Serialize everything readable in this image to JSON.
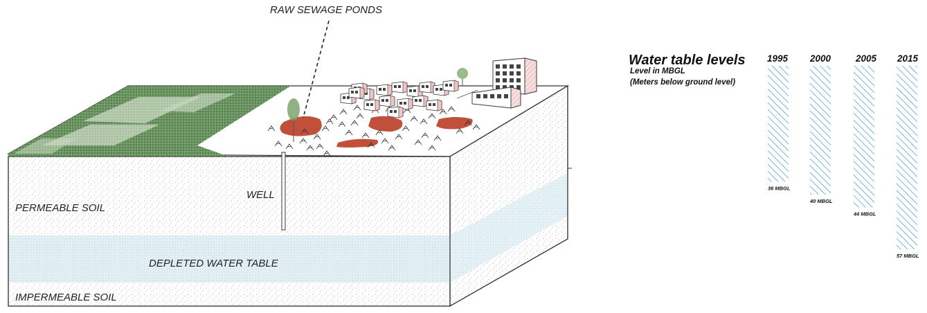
{
  "diagram": {
    "labels": {
      "sewage_ponds": "RAW SEWAGE PONDS",
      "well": "WELL",
      "permeable_soil": "PERMEABLE SOIL",
      "depleted_water_table": "DEPLETED WATER TABLE",
      "impermeable_soil": "IMPERMEABLE SOIL"
    },
    "colors": {
      "pond": "#c0503a",
      "vegetation": "#4f7a45",
      "water": "#6fb3c9",
      "building_accent": "#f2c4c4"
    }
  },
  "chart_data": {
    "type": "bar",
    "title": "Water table levels",
    "subtitle_lines": [
      "Level in MBGL",
      "(Meters below ground level)"
    ],
    "categories": [
      "1995",
      "2000",
      "2005",
      "2015"
    ],
    "values": [
      36,
      40,
      44,
      57
    ],
    "value_labels": [
      "36 MBGL",
      "40 MBGL",
      "44 MBGL",
      "57 MBGL"
    ],
    "unit": "MBGL",
    "ylim": [
      0,
      57
    ],
    "color": "#3a9bc1",
    "grid": false
  }
}
